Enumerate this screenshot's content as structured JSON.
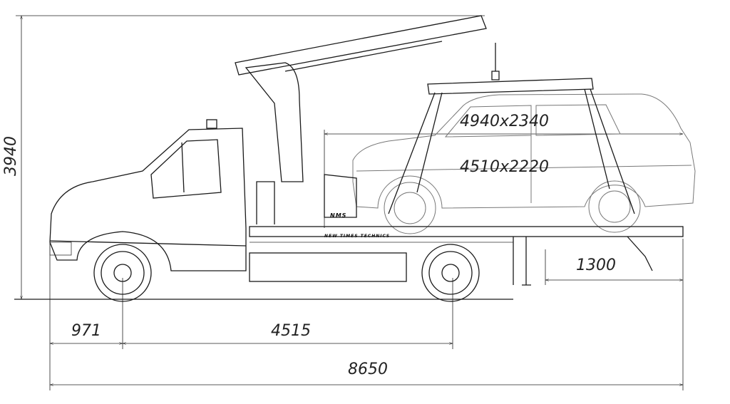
{
  "dimensions": {
    "overall_height": "3940",
    "front_overhang": "971",
    "wheelbase": "4515",
    "overall_length": "8650",
    "rear_overhang": "1300",
    "max_car_size": "4940x2340",
    "min_car_size": "4510x2220"
  },
  "branding": {
    "logo_text": "NMS",
    "platform_text": "NEW TIMES TECHNICS"
  }
}
